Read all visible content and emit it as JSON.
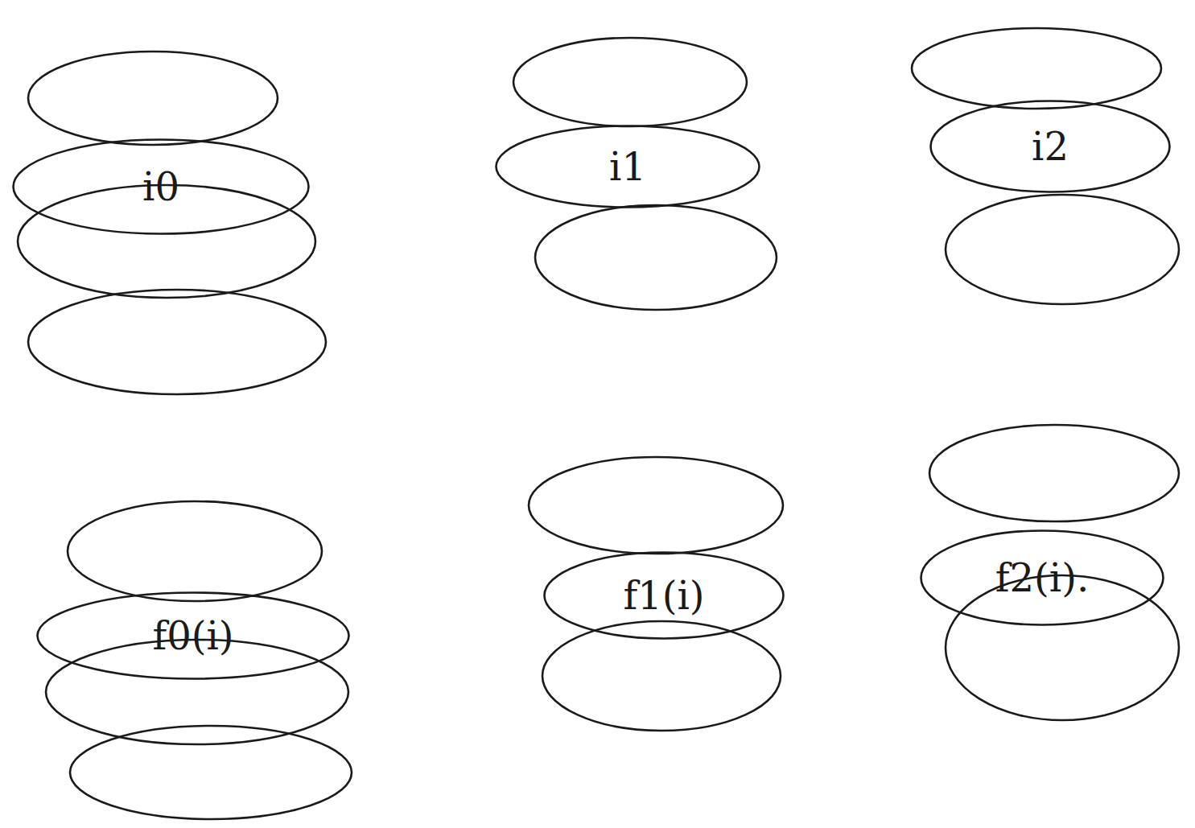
{
  "diagram": {
    "nodes": [
      {
        "text": [
          "i0"
        ]
      },
      {
        "text": [
          "i1"
        ]
      },
      {
        "text": [
          "i2"
        ]
      },
      {
        "text": [
          "f0(i)"
        ]
      },
      {
        "text": [
          "f1(i)"
        ]
      },
      {
        "text": [
          "f2(i)."
        ]
      }
    ]
  }
}
